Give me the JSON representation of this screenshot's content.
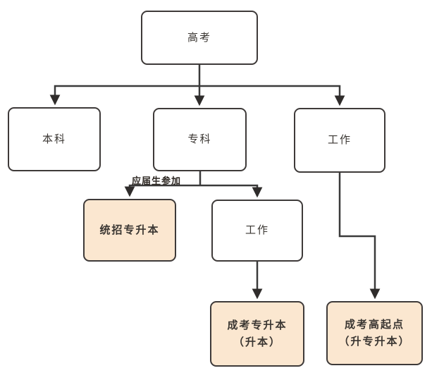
{
  "diagram": {
    "type": "flowchart",
    "background": "#ffffff",
    "nodes": [
      {
        "id": "gaokao",
        "label": "高考",
        "highlighted": false
      },
      {
        "id": "bachelor",
        "label": "本科",
        "highlighted": false
      },
      {
        "id": "associate",
        "label": "专科",
        "highlighted": false
      },
      {
        "id": "work-after-gaokao",
        "label": "工作",
        "highlighted": false
      },
      {
        "id": "tongzhao-zhuanshengben",
        "label": "统招专升本",
        "highlighted": true
      },
      {
        "id": "work-after-associate",
        "label": "工作",
        "highlighted": false
      },
      {
        "id": "chengkao-zhuanshengben",
        "label": "成考专升本\n（升本）",
        "highlighted": true
      },
      {
        "id": "chengkao-gaoqidian",
        "label": "成考高起点\n（升专升本）",
        "highlighted": true
      }
    ],
    "edges": [
      {
        "from": "gaokao",
        "to": "bachelor",
        "label": ""
      },
      {
        "from": "gaokao",
        "to": "associate",
        "label": ""
      },
      {
        "from": "gaokao",
        "to": "work-after-gaokao",
        "label": ""
      },
      {
        "from": "associate",
        "to": "tongzhao-zhuanshengben",
        "label": "应届生参加"
      },
      {
        "from": "associate",
        "to": "work-after-associate",
        "label": ""
      },
      {
        "from": "work-after-associate",
        "to": "chengkao-zhuanshengben",
        "label": ""
      },
      {
        "from": "work-after-gaokao",
        "to": "chengkao-gaoqidian",
        "label": ""
      }
    ],
    "colors": {
      "node_border": "#3e3a39",
      "node_fill": "#ffffff",
      "highlight_fill": "#fbe7d0",
      "line": "#3a3a3a",
      "text": "#3a3632",
      "edge_label_text": "#2b2520"
    }
  }
}
